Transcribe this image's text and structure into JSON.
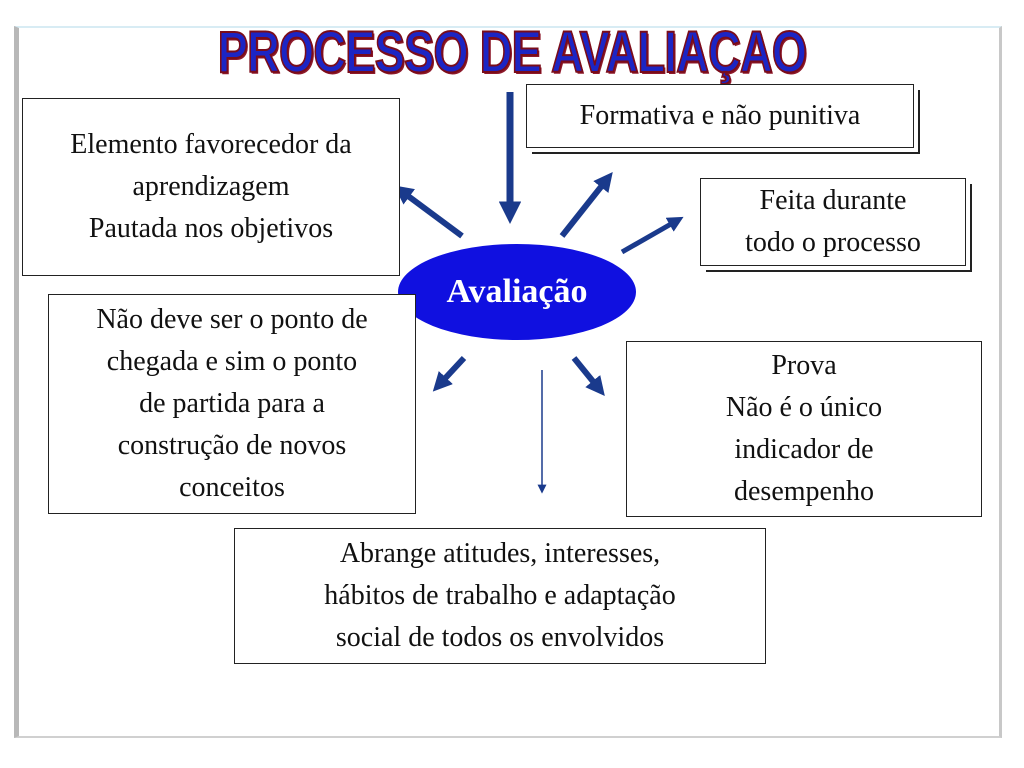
{
  "title": "PROCESSO DE AVALIAÇAO",
  "center": {
    "label": "Avaliação"
  },
  "boxes": {
    "elemento": {
      "lines": [
        "Elemento favorecedor da",
        "aprendizagem",
        "Pautada nos objetivos"
      ]
    },
    "formativa": {
      "lines": [
        "Formativa e não punitiva"
      ]
    },
    "feita": {
      "lines": [
        "Feita durante",
        "todo o processo"
      ]
    },
    "nao_deve": {
      "lines": [
        "Não deve ser o ponto de",
        "chegada e sim o ponto",
        "de partida para a",
        "construção de novos",
        "conceitos"
      ]
    },
    "prova": {
      "lines": [
        "Prova",
        "Não é o único",
        "indicador de",
        "desempenho"
      ]
    },
    "abrange": {
      "lines": [
        "Abrange atitudes, interesses,",
        "hábitos de trabalho e  adaptação",
        "social de todos os envolvidos"
      ]
    }
  },
  "colors": {
    "accent": "#1a1ab8",
    "ellipse": "#1010e0",
    "arrow": "#1a3a8c"
  }
}
